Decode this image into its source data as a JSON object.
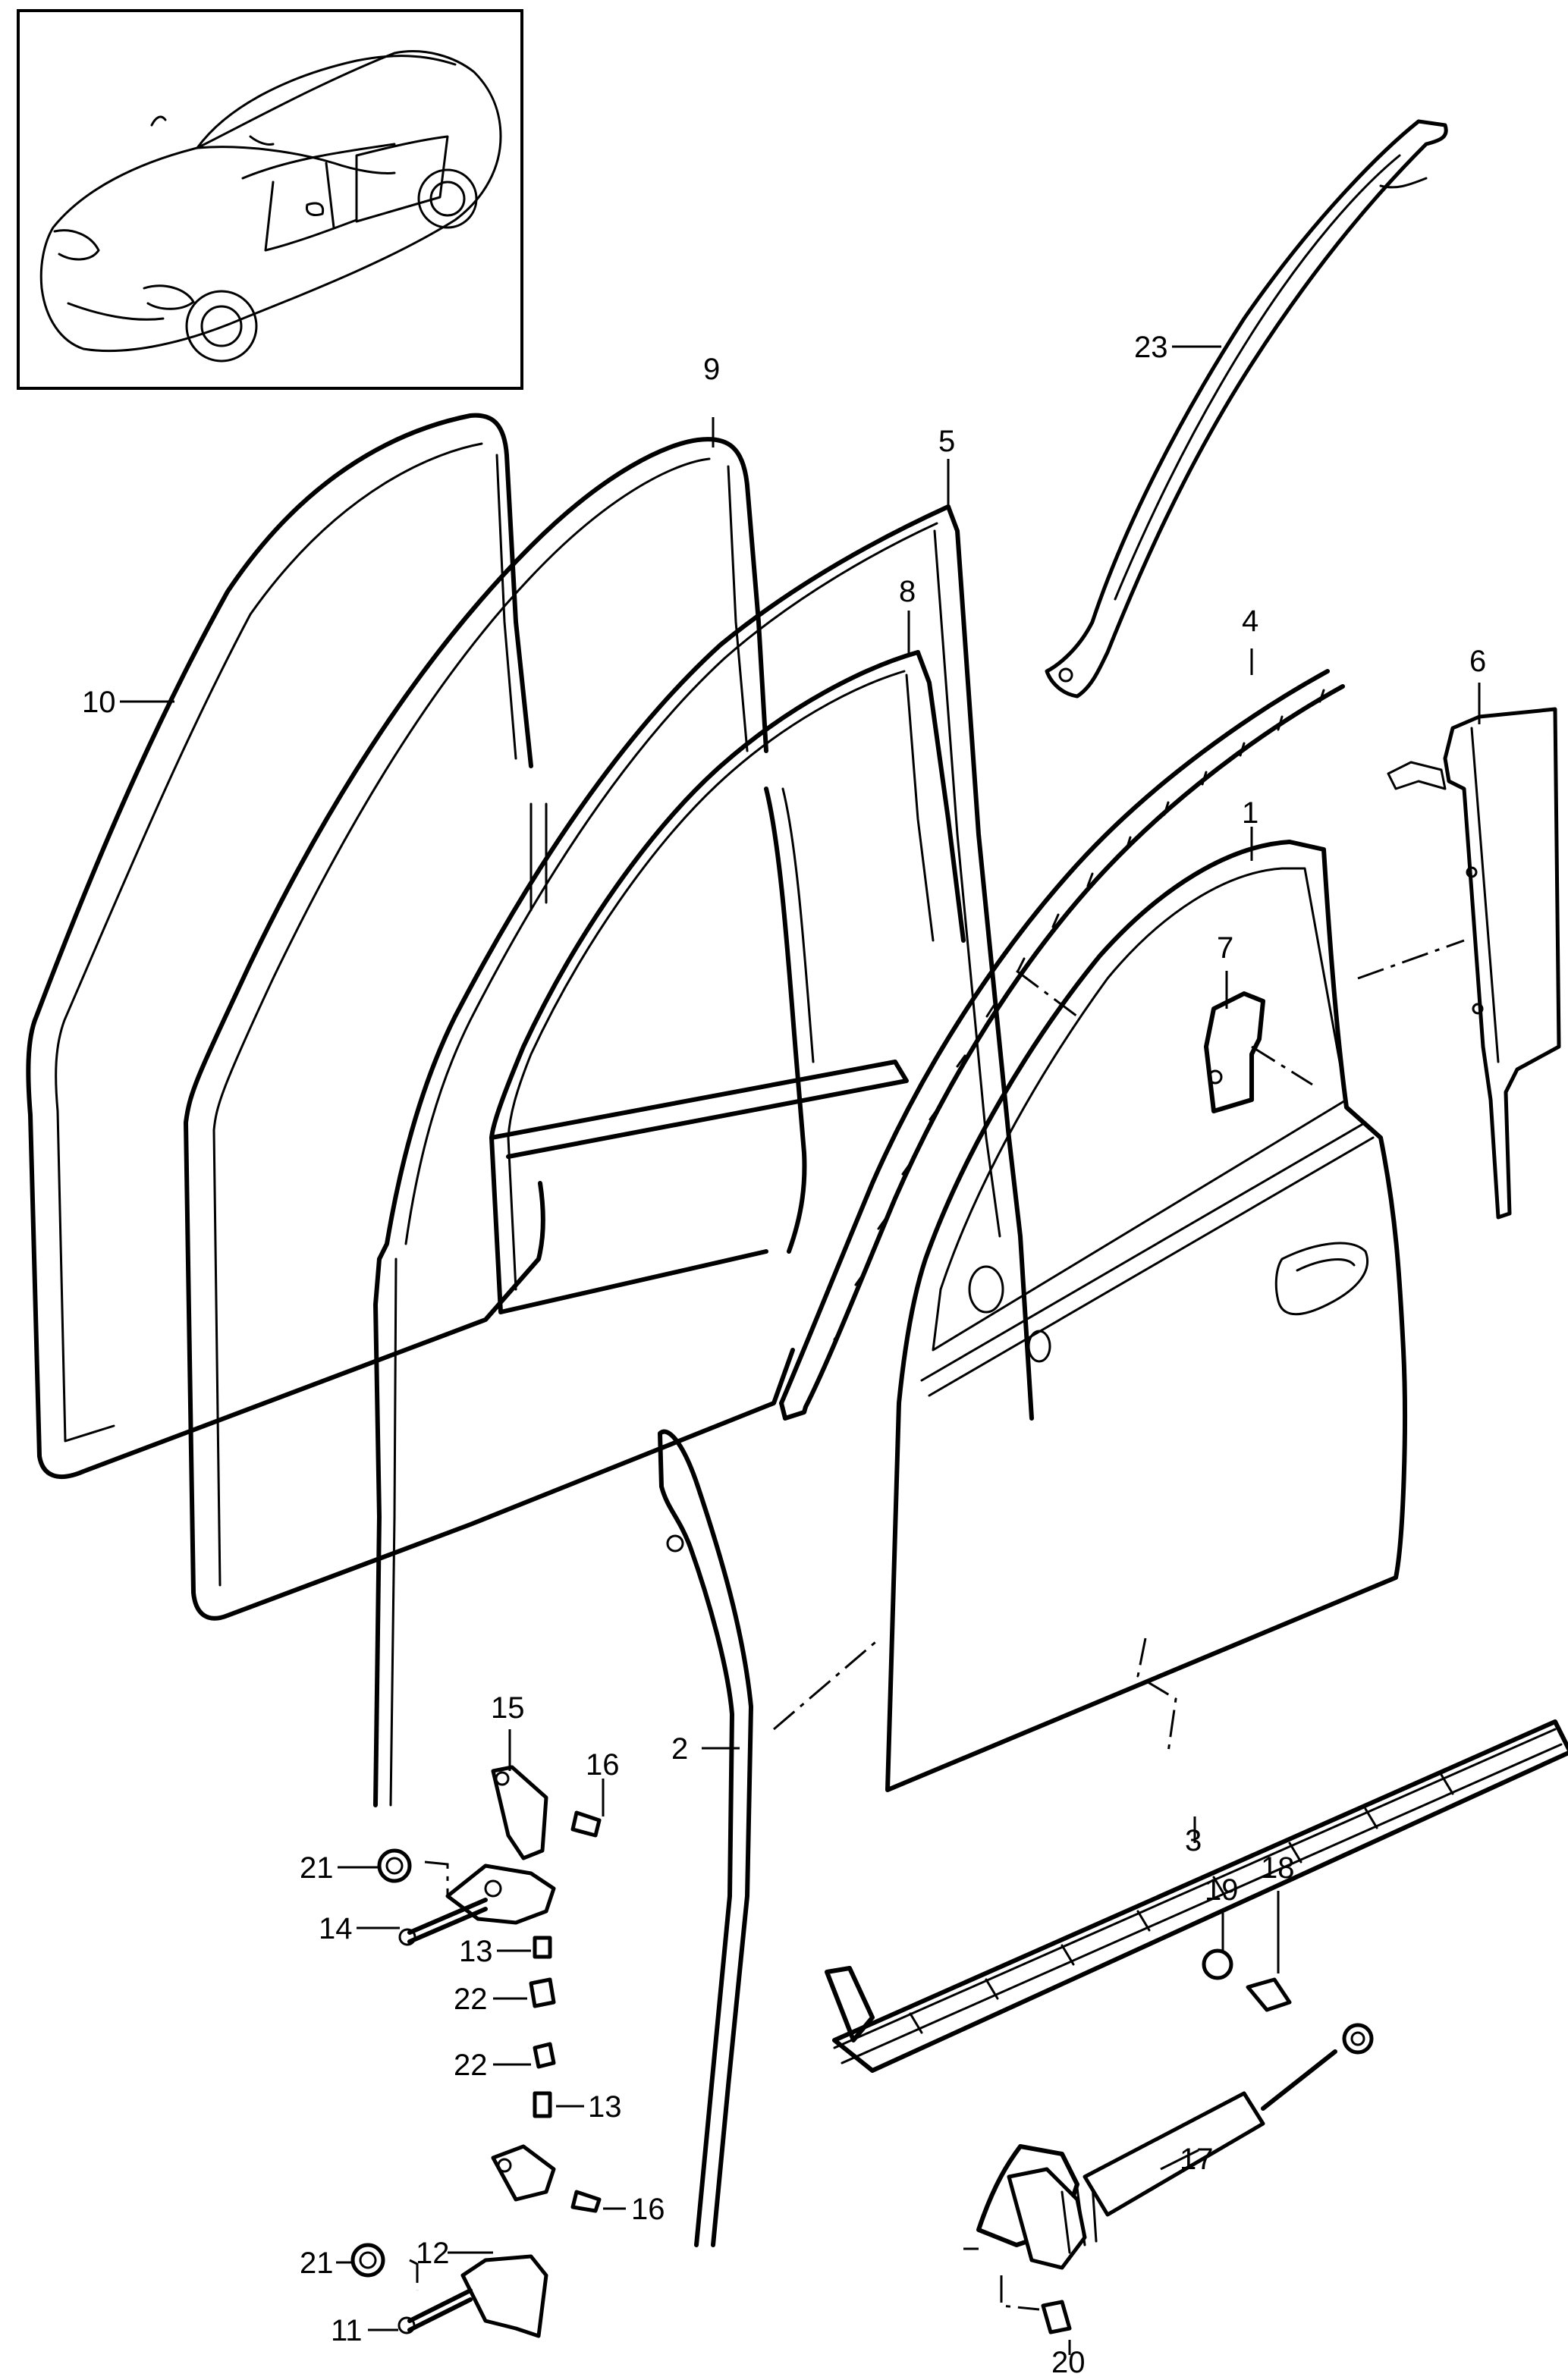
{
  "callouts": [
    {
      "id": "c1",
      "label": "1"
    },
    {
      "id": "c2",
      "label": "2"
    },
    {
      "id": "c3",
      "label": "3"
    },
    {
      "id": "c4",
      "label": "4"
    },
    {
      "id": "c5",
      "label": "5"
    },
    {
      "id": "c6",
      "label": "6"
    },
    {
      "id": "c7",
      "label": "7"
    },
    {
      "id": "c8",
      "label": "8"
    },
    {
      "id": "c9",
      "label": "9"
    },
    {
      "id": "c10",
      "label": "10"
    },
    {
      "id": "c11",
      "label": "11"
    },
    {
      "id": "c12",
      "label": "12"
    },
    {
      "id": "c13a",
      "label": "13"
    },
    {
      "id": "c13b",
      "label": "13"
    },
    {
      "id": "c14",
      "label": "14"
    },
    {
      "id": "c15",
      "label": "15"
    },
    {
      "id": "c16a",
      "label": "16"
    },
    {
      "id": "c16b",
      "label": "16"
    },
    {
      "id": "c17",
      "label": "17"
    },
    {
      "id": "c18",
      "label": "18"
    },
    {
      "id": "c19",
      "label": "19"
    },
    {
      "id": "c20",
      "label": "20"
    },
    {
      "id": "c21a",
      "label": "21"
    },
    {
      "id": "c21b",
      "label": "21"
    },
    {
      "id": "c22a",
      "label": "22"
    },
    {
      "id": "c22b",
      "label": "22"
    },
    {
      "id": "c23",
      "label": "23"
    }
  ]
}
